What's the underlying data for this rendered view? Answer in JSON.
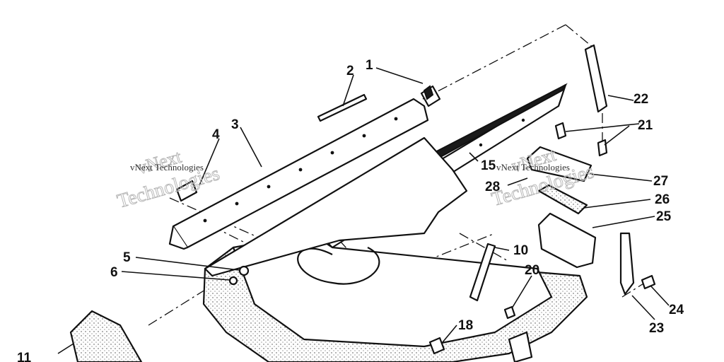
{
  "watermark": {
    "caption": "vNext Technologies",
    "large_line1": "vNext",
    "large_line2": "Technologies"
  },
  "callouts": [
    "1",
    "2",
    "3",
    "4",
    "5",
    "6",
    "10",
    "11",
    "15",
    "18",
    "20",
    "21",
    "22",
    "23",
    "24",
    "25",
    "26",
    "27",
    "28"
  ]
}
